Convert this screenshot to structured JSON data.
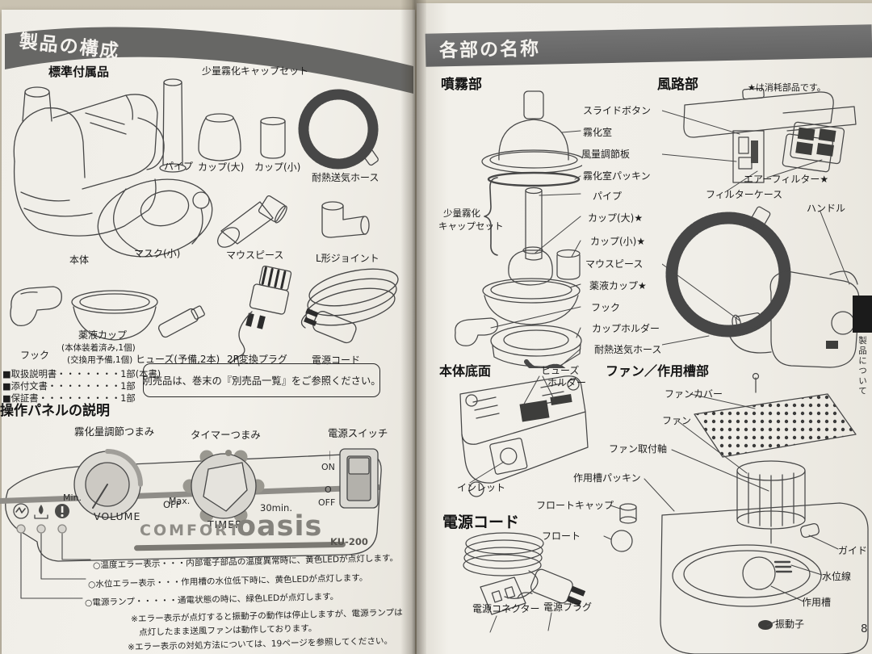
{
  "meta": {
    "page_number": "8",
    "side_tab": "製品について"
  },
  "left": {
    "header": "製品の構成",
    "acc_title": "標準付属品",
    "cap_set": "少量霧化キャップセット",
    "items": {
      "body": "本体",
      "pipe": "パイプ",
      "cup_l": "カップ(大)",
      "cup_s": "カップ(小)",
      "hose": "耐熱送気ホース",
      "mask": "マスク(小)",
      "mouthpiece": "マウスピース",
      "l_joint": "L形ジョイント",
      "hook": "フック",
      "med_cup": "薬液カップ",
      "med_cup_n1": "(本体装着済み,1個)",
      "med_cup_n2": "(交換用予備,1個)",
      "fuse": "ヒューズ(予備,2本)",
      "plug2p": "2P変換プラグ",
      "cord": "電源コード"
    },
    "docs": [
      "■取扱説明書・・・・・・・1部(本書)",
      "■添付文書・・・・・・・・1部",
      "■保証書・・・・・・・・・1部"
    ],
    "optional_note": "別売品は、巻末の『別売品一覧』をご参照ください。",
    "panel_title": "操作パネルの説明",
    "panel": {
      "mist_knob": "霧化量調節つまみ",
      "timer_knob": "タイマーつまみ",
      "power_switch": "電源スイッチ",
      "min": "Min.",
      "max": "Max.",
      "volume": "VOLUME",
      "off": "OFF",
      "max30": "30min.",
      "timer": "TIMER",
      "on_mark": "｜",
      "on": "ON",
      "off_mark": "O",
      "off2": "OFF",
      "brand1": "COMFORT",
      "brand2": "oasis",
      "model": "KU-200"
    },
    "legend": [
      "○温度エラー表示・・・内部電子部品の温度異常時に、黄色LEDが点灯します。",
      "○水位エラー表示・・・作用槽の水位低下時に、黄色LEDが点灯します。",
      "○電源ランプ・・・・・通電状態の時に、緑色LEDが点灯します。"
    ],
    "notes": [
      "※エラー表示が点灯すると振動子の動作は停止しますが、電源ランプは",
      "点灯したまま送風ファンは動作しております。",
      "※エラー表示の対処方法については、19ページを参照してください。"
    ]
  },
  "right": {
    "header": "各部の名称",
    "spray_title": "噴霧部",
    "air_title": "風路部",
    "consumable": "★は消耗部品です。",
    "cap_set1": "少量霧化",
    "cap_set2": "キャップセット",
    "center_labels": [
      "スライドボタン",
      "霧化室",
      "風量調節板",
      "霧化室パッキン",
      "パイプ",
      "カップ(大)★",
      "カップ(小)★",
      "マウスピース",
      "薬液カップ★",
      "フック",
      "カップホルダー",
      "耐熱送気ホース"
    ],
    "air_labels": [
      "エアーフィルター★",
      "フィルターケース",
      "ハンドル"
    ],
    "bottom_title": "本体底面",
    "fuse1": "ヒューズ",
    "fuse2": "ホルダー",
    "inlet": "インレット",
    "fan_title": "ファン／作用槽部",
    "fan_labels": [
      "ファンカバー",
      "ファン",
      "ファン取付軸",
      "作用槽パッキン",
      "フロートキャップ",
      "フロート",
      "ガイド",
      "水位線",
      "作用槽",
      "振動子"
    ],
    "cord_title": "電源コード",
    "cord_connector": "電源コネクター",
    "cord_plug": "電源プラグ"
  }
}
